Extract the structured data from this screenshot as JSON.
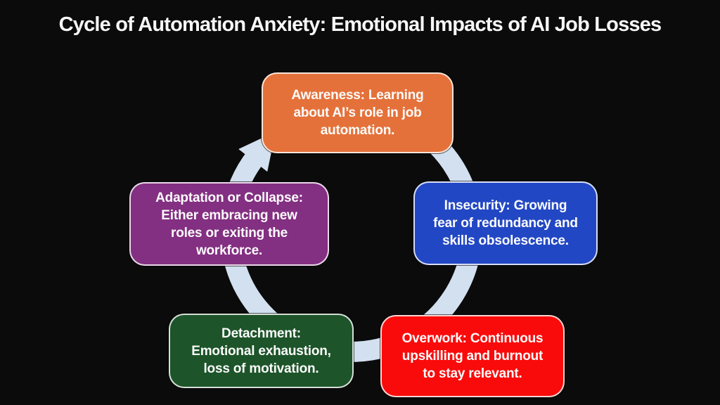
{
  "slide": {
    "title": "Cycle of Automation Anxiety: Emotional Impacts of AI Job Losses",
    "background_color": "#0B0B0B",
    "title_color": "#F7F7F7"
  },
  "cycle": {
    "direction": "clockwise",
    "ring_color": "#D2E0EF",
    "stages": [
      {
        "name": "Awareness",
        "position": "top",
        "color": "#E5713A",
        "lines": [
          "Awareness: Learning",
          "about AI’s role in job",
          "automation."
        ]
      },
      {
        "name": "Insecurity",
        "position": "right",
        "color": "#2247C4",
        "lines": [
          "Insecurity: Growing",
          "fear of redundancy and",
          "skills obsolescence."
        ]
      },
      {
        "name": "Overwork",
        "position": "bottom-right",
        "color": "#FA0B0B",
        "lines": [
          "Overwork: Continuous",
          "upskilling and burnout",
          "to stay relevant."
        ]
      },
      {
        "name": "Detachment",
        "position": "bottom-left",
        "color": "#1D5429",
        "lines": [
          "Detachment:",
          "Emotional exhaustion,",
          "loss of motivation."
        ]
      },
      {
        "name": "Adaptation or Collapse",
        "position": "left",
        "color": "#832F82",
        "lines": [
          "Adaptation or Collapse:",
          "Either embracing new",
          "roles or exiting the",
          "workforce."
        ]
      }
    ]
  }
}
